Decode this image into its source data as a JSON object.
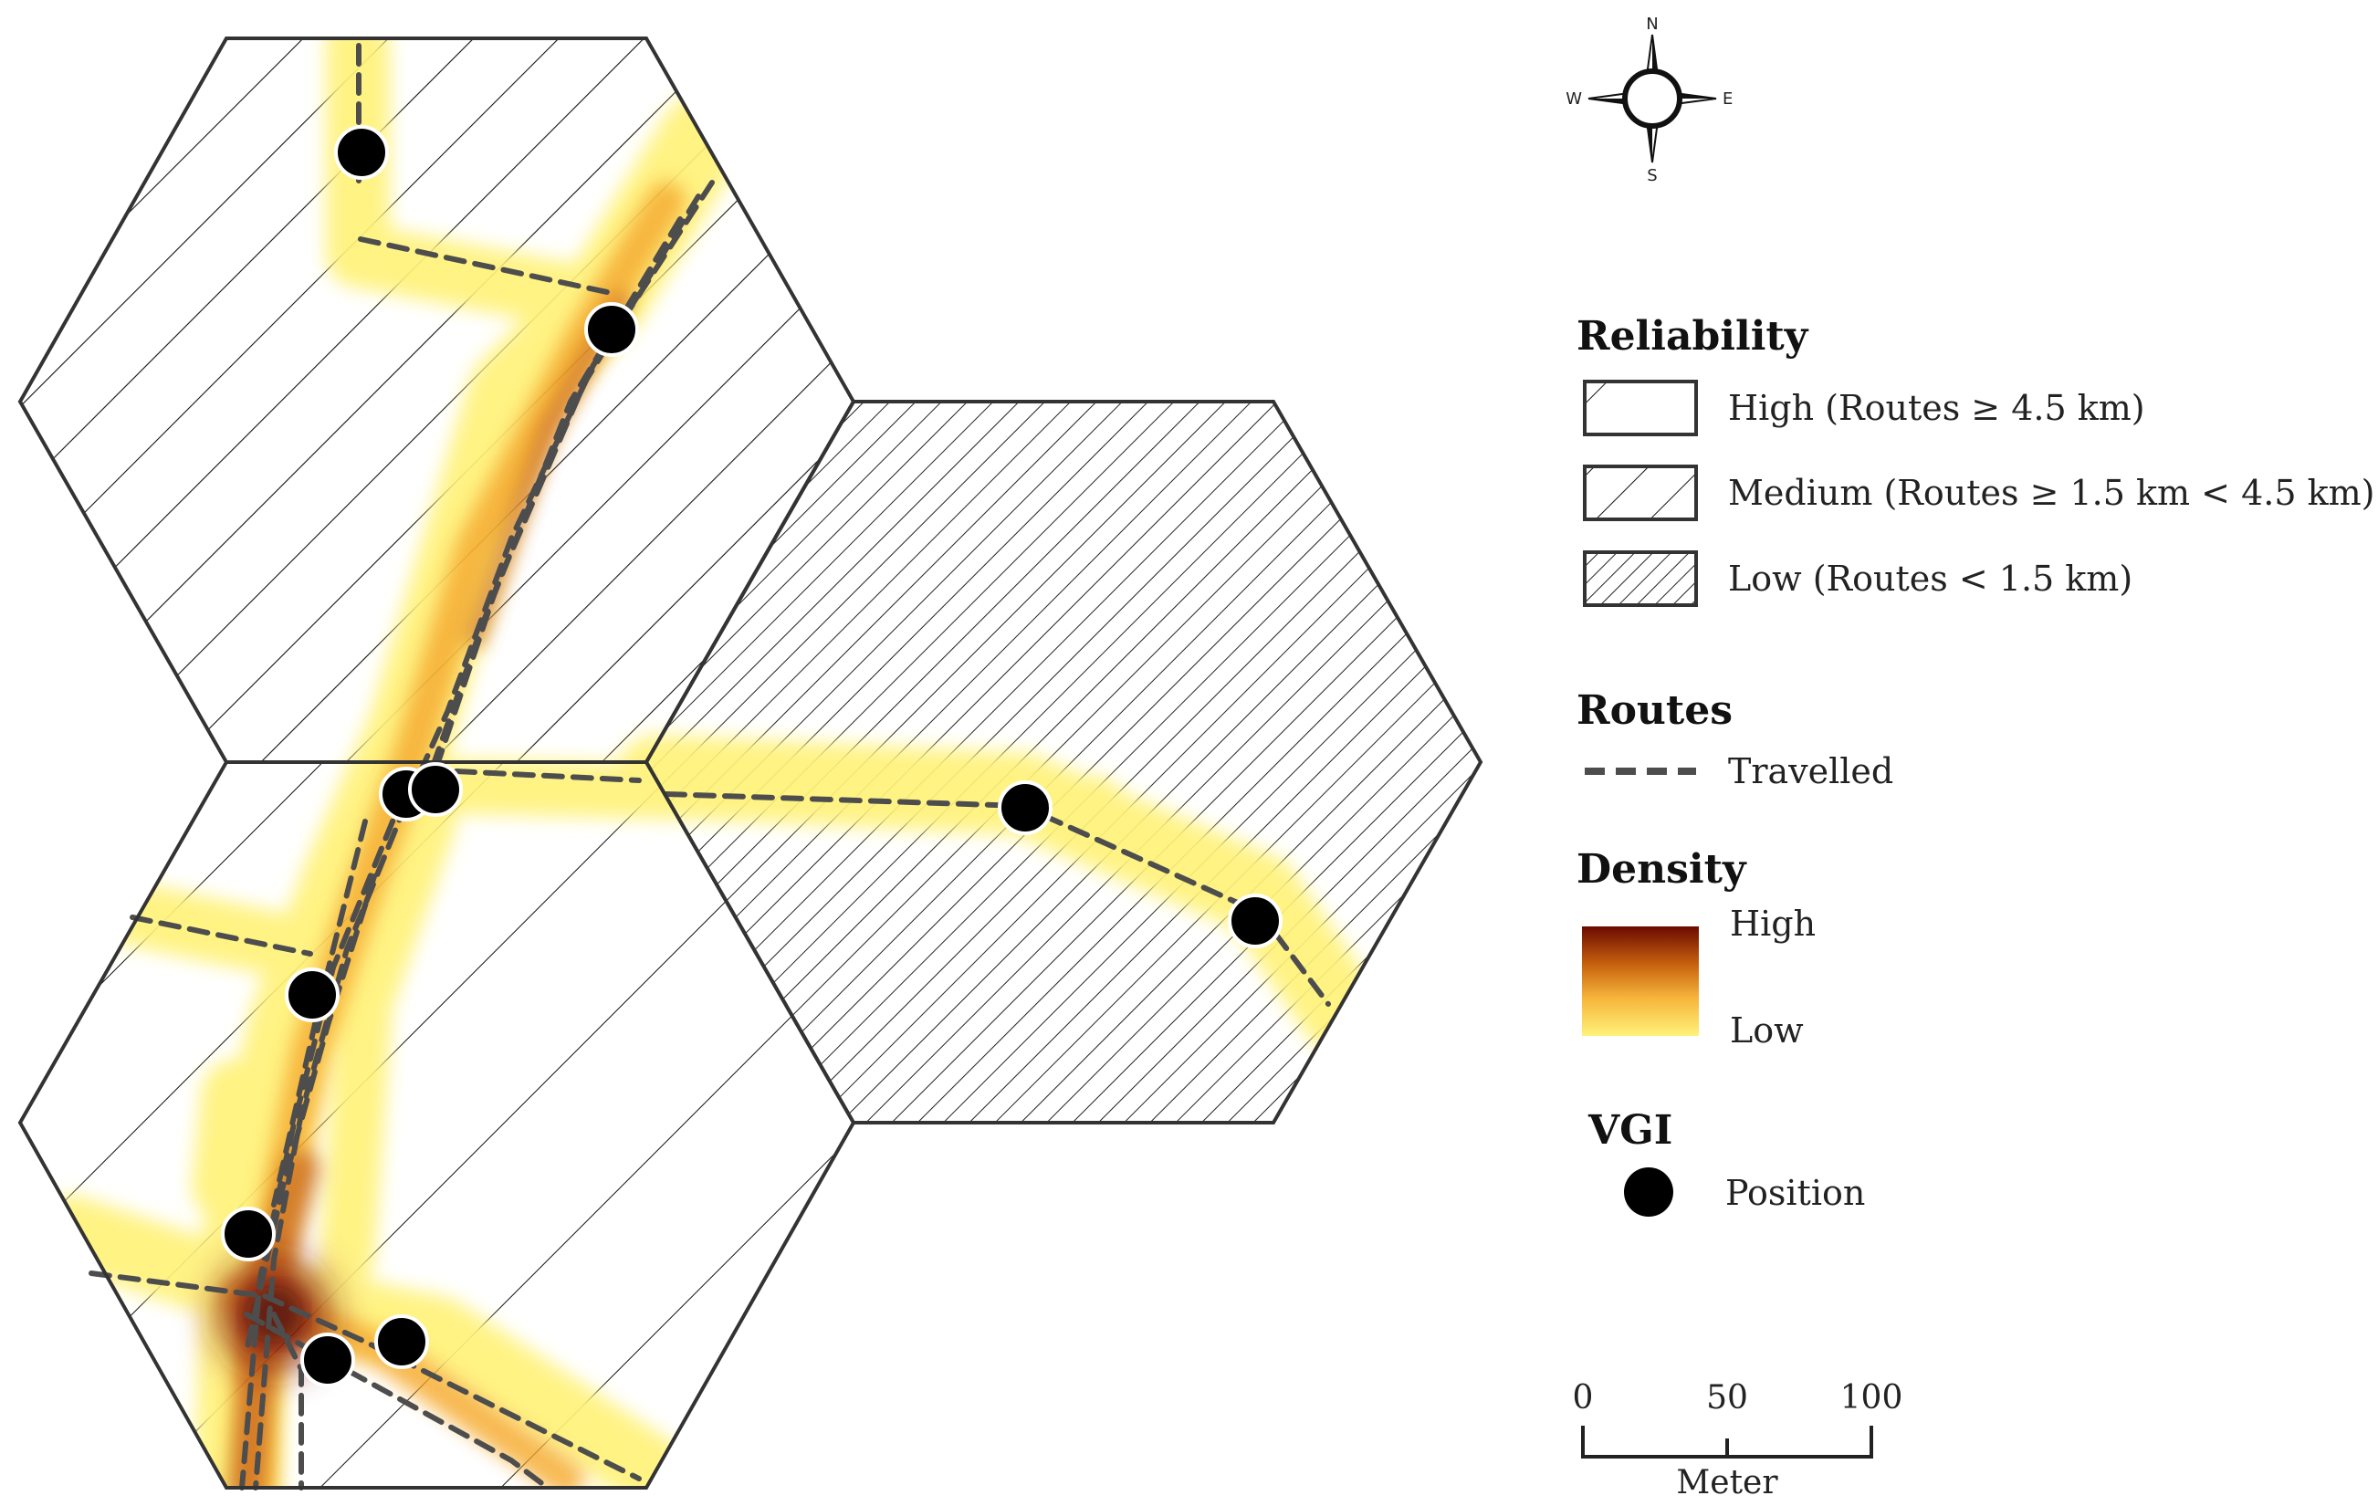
{
  "compass": {
    "n": "N",
    "s": "S",
    "e": "E",
    "w": "W"
  },
  "legend": {
    "reliability_title": "Reliability",
    "reliability_items": [
      {
        "label": "High (Routes ≥ 4.5 km)"
      },
      {
        "label": "Medium (Routes ≥ 1.5 km < 4.5 km)"
      },
      {
        "label": "Low (Routes < 1.5 km)"
      }
    ],
    "routes_title": "Routes",
    "routes_item": "Travelled",
    "density_title": "Density",
    "density_high": "High",
    "density_low": "Low",
    "vgi_title": "VGI",
    "vgi_item": "Position"
  },
  "scale_bar": {
    "labels": [
      "0",
      "50",
      "100"
    ],
    "unit": "Meter"
  },
  "colors": {
    "density_low": "#fff27a",
    "density_mid": "#f5a623",
    "density_high": "#6b0a00",
    "route": "#4d4d4d",
    "vgi": "#000000"
  }
}
